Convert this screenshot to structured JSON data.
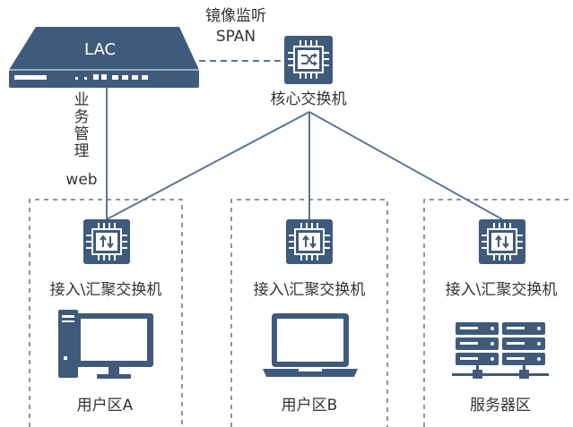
{
  "devices": {
    "lac": {
      "label": "LAC"
    },
    "core_switch": {
      "label": "核心交换机",
      "icon": "core-switch-icon"
    },
    "access_switches": [
      {
        "label": "接入\\汇聚交换机",
        "icon": "access-switch-icon"
      },
      {
        "label": "接入\\汇聚交换机",
        "icon": "access-switch-icon"
      },
      {
        "label": "接入\\汇聚交换机",
        "icon": "access-switch-icon"
      }
    ]
  },
  "links": {
    "mirror": {
      "line1": "镜像监听",
      "line2": "SPAN"
    },
    "management": {
      "chars": [
        "业",
        "务",
        "管",
        "理"
      ],
      "tail": "web"
    }
  },
  "zones": [
    {
      "label": "用户区A",
      "icon": "desktop-computer-icon"
    },
    {
      "label": "用户区B",
      "icon": "laptop-icon"
    },
    {
      "label": "服务器区",
      "icon": "server-rack-icon"
    }
  ],
  "colors": {
    "device": "#3f5a7a",
    "line": "#5d7591",
    "text": "#333333",
    "background": "#ffffff"
  }
}
